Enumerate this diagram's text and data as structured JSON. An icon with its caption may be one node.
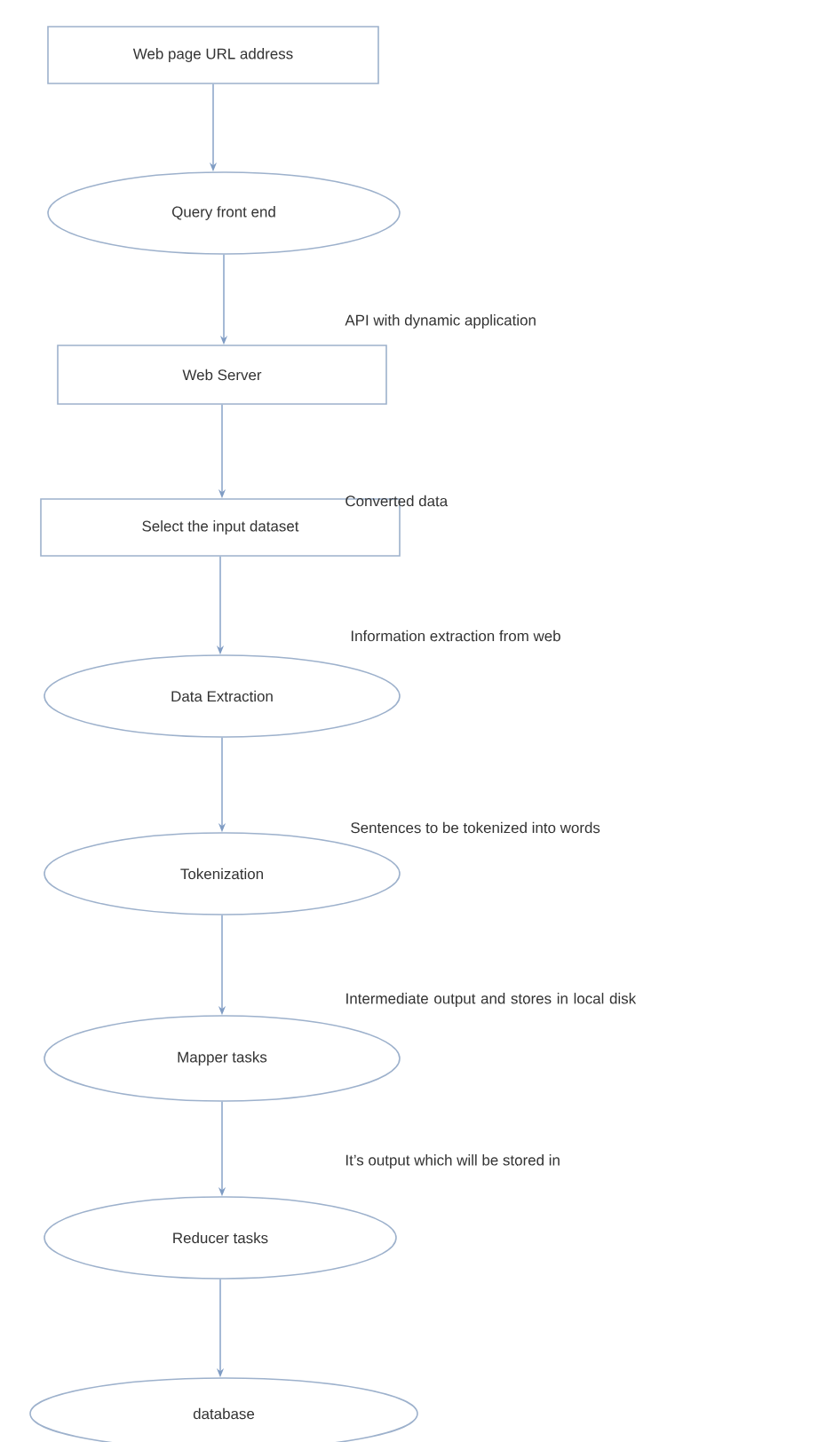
{
  "diagram": {
    "nodes": [
      {
        "text": [
          "Web page URL address"
        ]
      },
      {
        "text": [
          "Query front end"
        ]
      },
      {
        "text": [
          "Web Server"
        ]
      },
      {
        "text": [
          "Select the input dataset"
        ]
      },
      {
        "text": [
          "Data Extraction"
        ]
      },
      {
        "text": [
          "Tokenization"
        ]
      },
      {
        "text": [
          "Mapper tasks"
        ]
      },
      {
        "text": [
          "Reducer tasks"
        ]
      },
      {
        "text": [
          "database"
        ]
      }
    ],
    "edges": [
      {
        "from": 0,
        "to": 1,
        "arrow": "to"
      },
      {
        "from": 1,
        "to": 2,
        "arrow": "to"
      },
      {
        "from": 2,
        "to": 3,
        "arrow": "to"
      },
      {
        "from": 3,
        "to": 4,
        "arrow": "to"
      },
      {
        "from": 4,
        "to": 5,
        "arrow": "to"
      },
      {
        "from": 5,
        "to": 6,
        "arrow": "to"
      },
      {
        "from": 6,
        "to": 7,
        "arrow": "to"
      },
      {
        "from": 7,
        "to": 8,
        "arrow": "to"
      }
    ],
    "labels": [
      "API with dynamic application",
      "Converted data",
      "Information extraction from web",
      "Sentences to be tokenized into words",
      "Intermediate output and stores in local disk",
      "It’s output which will be stored in"
    ]
  }
}
